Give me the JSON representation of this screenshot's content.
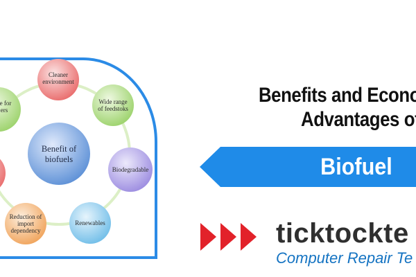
{
  "diagram": {
    "center_label": [
      "Benefit of",
      "biofuels"
    ],
    "nodes": [
      {
        "lines": [
          "Cleaner",
          "environment"
        ]
      },
      {
        "lines": [
          "Wide range",
          "of feedstoks"
        ]
      },
      {
        "lines": [
          "Biodegradable"
        ]
      },
      {
        "lines": [
          "Renewables"
        ]
      },
      {
        "lines": [
          "Reduction of",
          "import",
          "dependency"
        ]
      },
      {
        "lines": [
          "e for",
          "ers"
        ]
      }
    ],
    "colors": {
      "frame": "#2b8be6",
      "ring": "#c9e3a6",
      "center": "#5b8fd6",
      "node_pink": "#e96a6a",
      "node_green": "#9bd26a",
      "node_purple": "#9b8be0",
      "node_blue": "#6fbde8",
      "node_orange": "#f0a35a"
    }
  },
  "heading": {
    "line1": "Benefits and Econo",
    "line2": "Advantages of"
  },
  "banner": {
    "label": "Biofuel",
    "color": "#1f8be8"
  },
  "logo": {
    "name": "ticktockte",
    "tagline": "Computer Repair Te",
    "arrow_color": "#e2222a"
  }
}
